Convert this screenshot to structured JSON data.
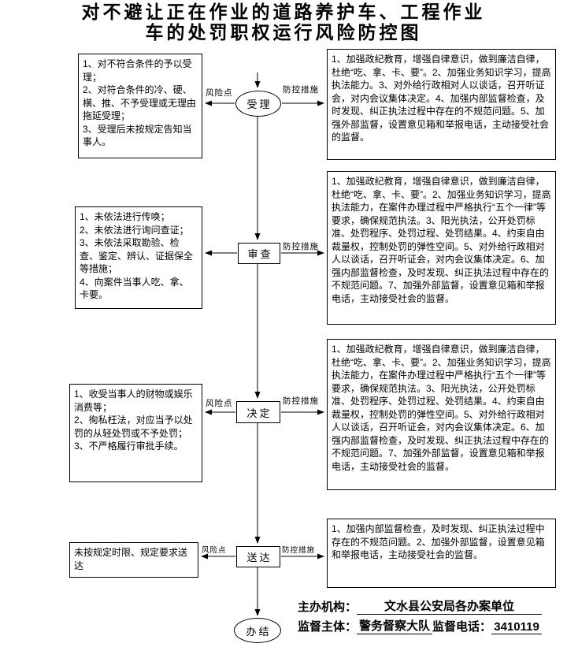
{
  "title": {
    "line1": "对不避让正在作业的道路养护车、工程作业",
    "line2": "车的处罚职权运行风险防控图"
  },
  "flow": {
    "accept": "受理",
    "review": "审查",
    "decide": "决定",
    "deliver": "送达",
    "close": "办结"
  },
  "arrow_labels": {
    "risk": "风险点",
    "control": "防控措施"
  },
  "rows": [
    {
      "risk": "1、对不符合条件的予以受理；\n2、对符合条件的冷、硬、横、推、不予受理或无理由拖延受理；\n3、受理后未按规定告知当事人。",
      "control": "1、加强政纪教育，增强自律意识，做到廉洁自律，杜绝“吃、拿、卡、要”。2、加强业务知识学习，提高执法能力。3、对外给行政相对人以谈话，召开听证会，对内会议集体决定。4、加强内部监督检查，及时发现、纠正执法过程中存在的不规范问题。5、加强外部监督，设置意见箱和举报电话，主动接受社会的监督。"
    },
    {
      "risk": "1、未依法进行传唤；\n2、未依法进行询问查证；\n3、未依法采取勘验、检查、鉴定、辨认、证据保全等措施；\n4、向案件当事人吃、拿、卡要。",
      "control": "1、加强政纪教育，增强自律意识，做到廉洁自律，杜绝“吃、拿、卡、要”。2、加强业务知识学习，提高执法能力，在案件办理过程中严格执行“五个一律”等要求，确保规范执法。3、阳光执法，公开处罚标准、处罚程序、处罚过程、处罚结果。4、约束自由裁量权，控制处罚的弹性空间。5、对外给行政相对人以谈话，召开听证会，对内会议集体决定。6、加强内部监督检查，及时发现、纠正执法过程中存在的不规范问题。7、加强外部监督，设置意见箱和举报电话，主动接受社会的监督。"
    },
    {
      "risk": "1、收受当事人的财物或娱乐消费等；\n2、徇私枉法，对应当予以处罚的从轻处罚或不予处罚；\n3、不严格履行审批手续。",
      "control": "1、加强政纪教育，增强自律意识，做到廉洁自律，杜绝“吃、拿、卡、要”。2、加强业务知识学习，提高执法能力，在案件办理过程中严格执行“五个一律”等要求，确保规范执法。3、阳光执法，公开处罚标准、处罚程序、处罚过程、处罚结果。4、约束自由裁量权，控制处罚的弹性空间。5、对外给行政相对人以谈话，召开听证会，对内会议集体决定。6、加强内部监督检查，及时发现、纠正执法过程中存在的不规范问题。7、加强外部监督，设置意见箱和举报电话，主动接受社会的监督。"
    },
    {
      "risk": "未按规定时限、规定要求送达",
      "control": "1、加强内部监督检查，及时发现、纠正执法过程中存在的不规范问题。2、加强外部监督，设置意见箱和举报电话，主动接受社会的监督。"
    }
  ],
  "footer": {
    "host_label": "主办机构：",
    "host_value": "文水县公安局各办案单位",
    "supervisor_label": "监督主体：",
    "supervisor_value": "警务督察大队",
    "phone_label": "监督电话：",
    "phone_value": "3410119"
  }
}
